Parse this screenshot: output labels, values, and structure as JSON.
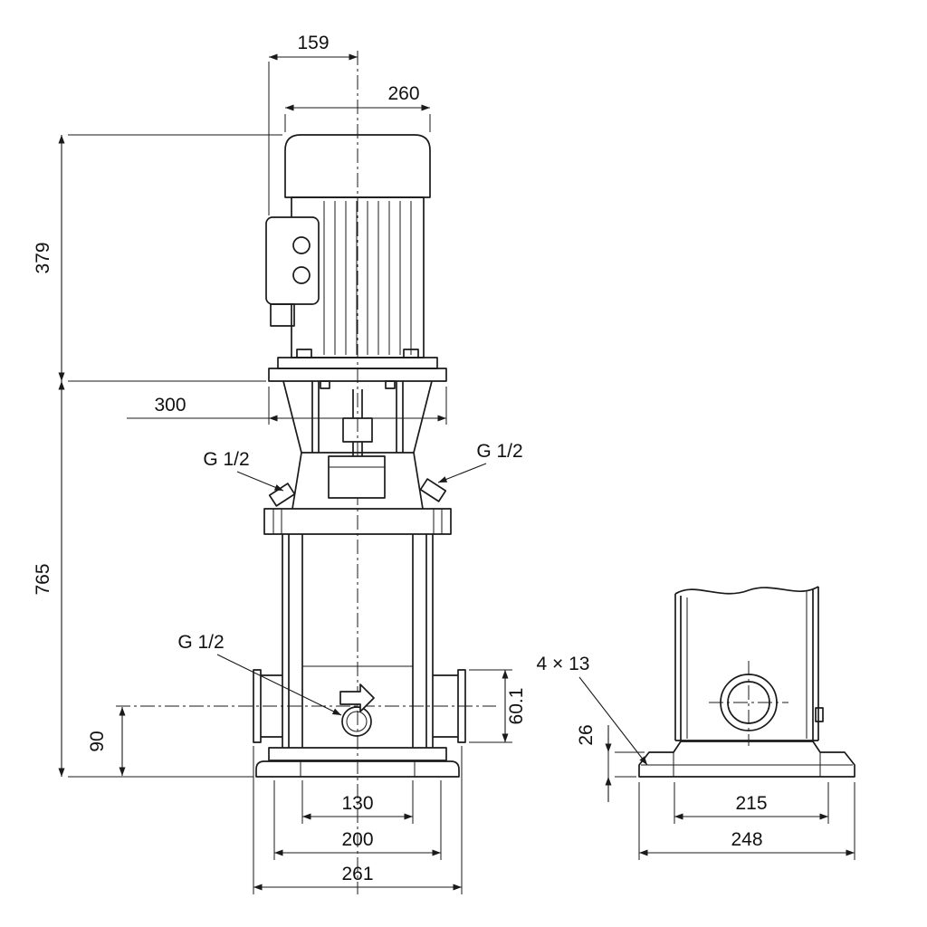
{
  "meta": {
    "background": "#ffffff",
    "line_color": "#1a1a1a"
  },
  "dimensions": {
    "front": {
      "motor_face_to_center": "159",
      "motor_width": "260",
      "motor_height": "379",
      "flange_width": "300",
      "pump_height": "765",
      "port_center_height": "90",
      "port_flange_height": "60.1",
      "base_hole_span": "130",
      "base_bolt_span": "200",
      "port_to_port": "261",
      "plug_left": "G 1/2",
      "plug_right": "G 1/2",
      "drain_plug": "G 1/2"
    },
    "side": {
      "base_holes": "4 × 13",
      "base_height": "26",
      "base_bolt_span": "215",
      "base_width": "248"
    }
  }
}
